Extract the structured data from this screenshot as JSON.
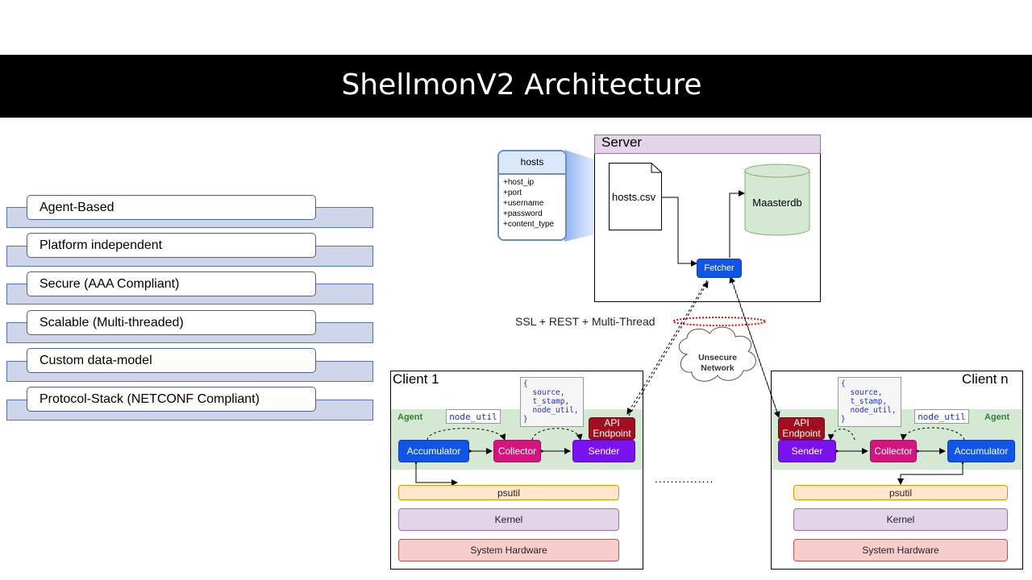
{
  "title": "ShellmonV2 Architecture",
  "features": [
    "Agent-Based",
    "Platform independent",
    "Secure (AAA Compliant)",
    "Scalable (Multi-threaded)",
    "Custom data-model",
    "Protocol-Stack (NETCONF Compliant)"
  ],
  "hosts_table": {
    "title": "hosts",
    "fields": [
      "+host_ip",
      "+port",
      "+username",
      "+password",
      "+content_type"
    ]
  },
  "server": {
    "title": "Server",
    "file": "hosts.csv",
    "db": "Maasterdb",
    "fetcher": "Fetcher"
  },
  "link_label": "SSL + REST + Multi-Thread",
  "network_label": [
    "Unsecure",
    "Network"
  ],
  "ellipsis": "...............",
  "client1": {
    "title": "Client 1",
    "agent": "Agent",
    "accumulator": "Accumulator",
    "collector": "Collector",
    "sender": "Sender",
    "api": [
      "API",
      "Endpoint"
    ],
    "node_util": "node_util",
    "payload": [
      "{",
      "  source,",
      "  t_stamp,",
      "  node_util,",
      "}"
    ],
    "psutil": "psutil",
    "kernel": "Kernel",
    "hardware": "System Hardware"
  },
  "clientn": {
    "title": "Client n",
    "agent": "Agent",
    "accumulator": "Accumulator",
    "collector": "Collector",
    "sender": "Sender",
    "api": [
      "API",
      "Endpoint"
    ],
    "node_util": "node_util",
    "payload": [
      "{",
      "  source,",
      "  t_stamp,",
      "  node_util,",
      "}"
    ],
    "psutil": "psutil",
    "kernel": "Kernel",
    "hardware": "System Hardware"
  },
  "colors": {
    "title_bg": "#000000",
    "feature_band": "#cfd6ea",
    "server_header": "#e1d5e7",
    "db_fill": "#d5e8d4",
    "agent_fill": "#d5e8d4",
    "accumulator": "#1155e6",
    "collector": "#d5157f",
    "sender": "#7a12f0",
    "api": "#a00f1f",
    "psutil": "#ffe6cc",
    "kernel": "#e1d5e7",
    "hardware": "#f8cecc"
  }
}
